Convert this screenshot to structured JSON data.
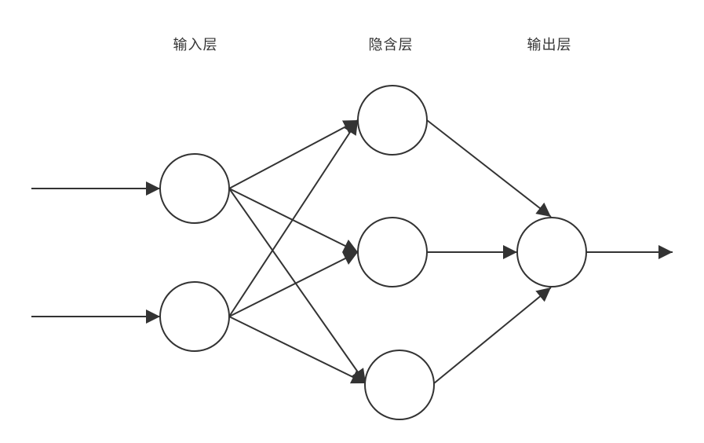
{
  "labels": {
    "input_layer": "输入层",
    "hidden_layer": "隐含层",
    "output_layer": "输出层"
  },
  "colors": {
    "stroke": "#333333",
    "background": "#ffffff"
  }
}
